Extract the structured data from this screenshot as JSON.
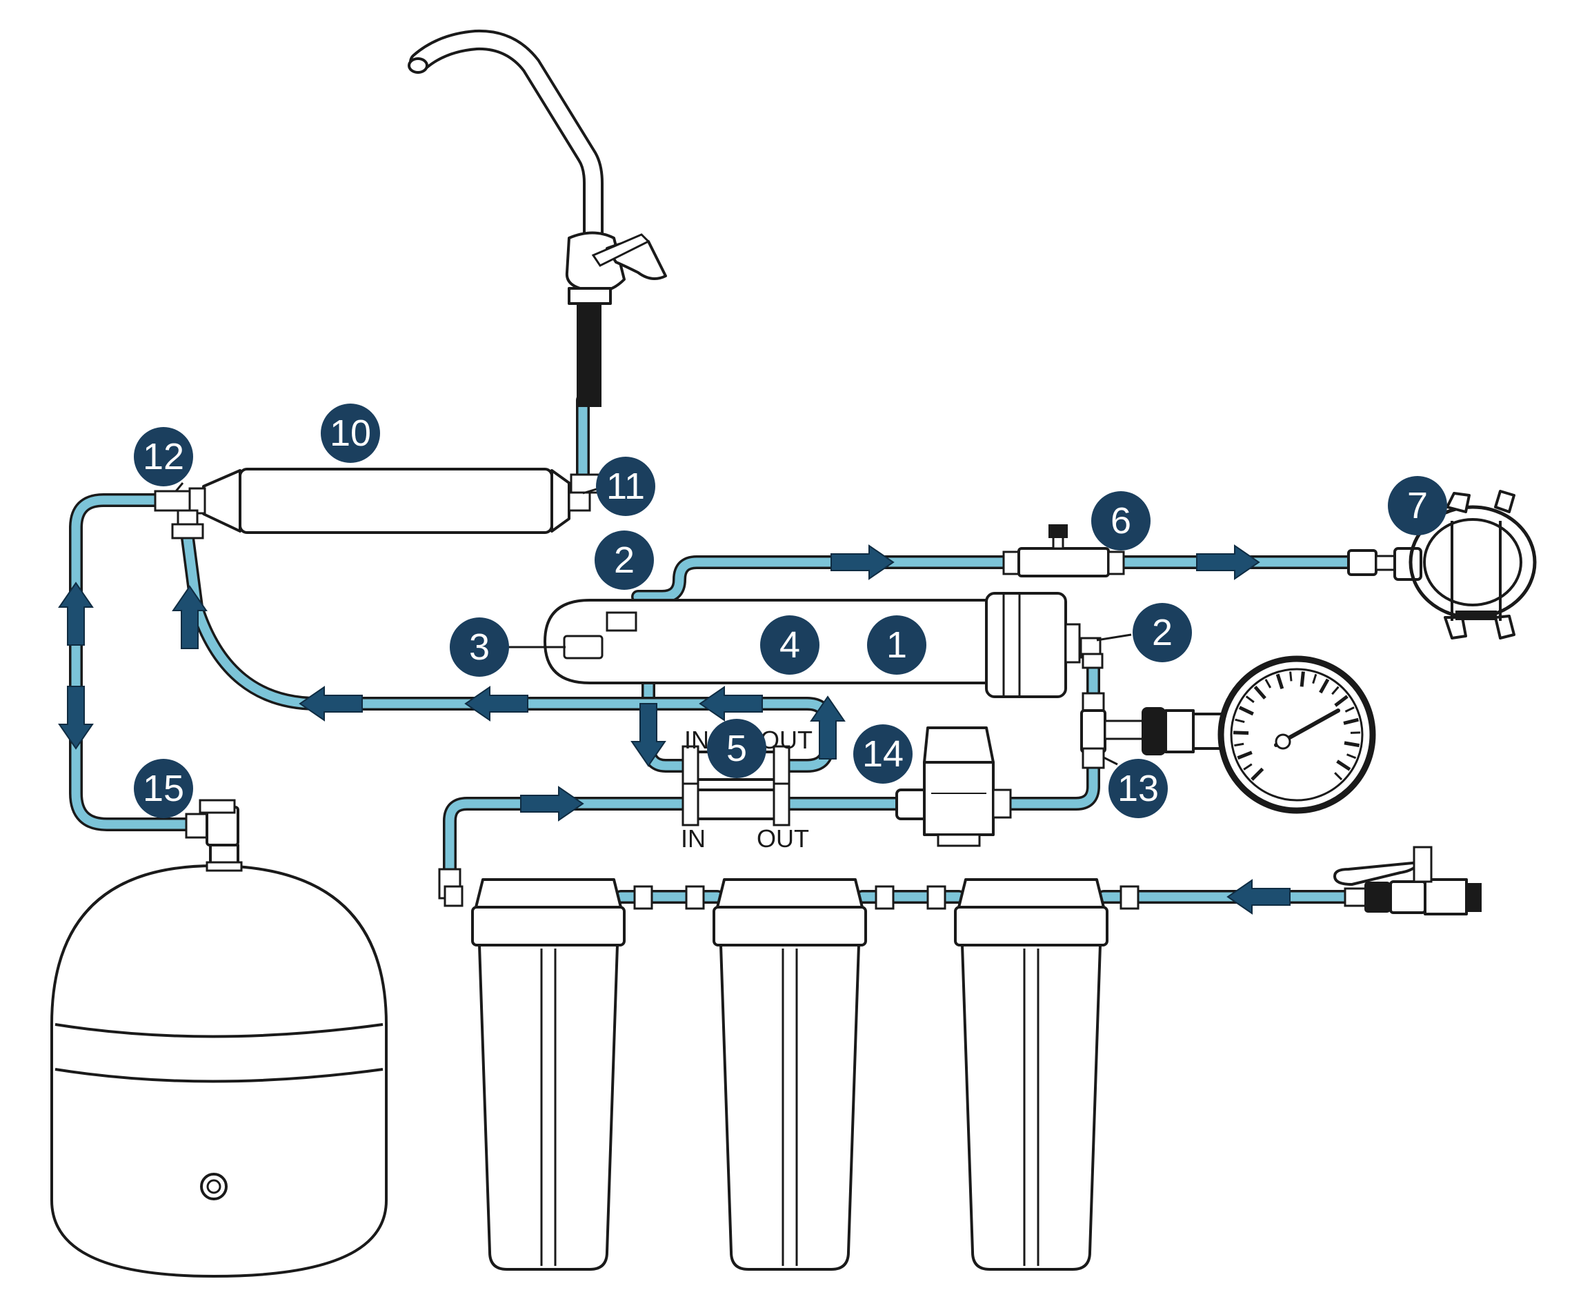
{
  "colors": {
    "pipe_fill": "#7cc4d8",
    "pipe_outline": "#1a1a1a",
    "flow_arrow": "#1d4e70",
    "callout_badge": "#1b3f5e",
    "callout_text": "#ffffff"
  },
  "callouts": [
    {
      "id": "c1",
      "label": "1"
    },
    {
      "id": "c2a",
      "label": "2"
    },
    {
      "id": "c2b",
      "label": "2"
    },
    {
      "id": "c3",
      "label": "3"
    },
    {
      "id": "c4",
      "label": "4"
    },
    {
      "id": "c5",
      "label": "5"
    },
    {
      "id": "c6",
      "label": "6"
    },
    {
      "id": "c7",
      "label": "7"
    },
    {
      "id": "c10",
      "label": "10"
    },
    {
      "id": "c11",
      "label": "11"
    },
    {
      "id": "c12",
      "label": "12"
    },
    {
      "id": "c13",
      "label": "13"
    },
    {
      "id": "c14",
      "label": "14"
    },
    {
      "id": "c15",
      "label": "15"
    }
  ],
  "port_labels": {
    "upper_in": "IN",
    "upper_out": "OUT",
    "lower_in": "IN",
    "lower_out": "OUT"
  },
  "icons": [
    "faucet-icon",
    "storage-tank-icon",
    "filter-housing-icon",
    "pressure-gauge-icon",
    "inline-filter-icon",
    "membrane-housing-icon",
    "pump-icon",
    "drain-saddle-icon",
    "flow-restrictor-icon",
    "tank-valve-icon",
    "feed-valve-icon",
    "flow-arrow-icon"
  ]
}
